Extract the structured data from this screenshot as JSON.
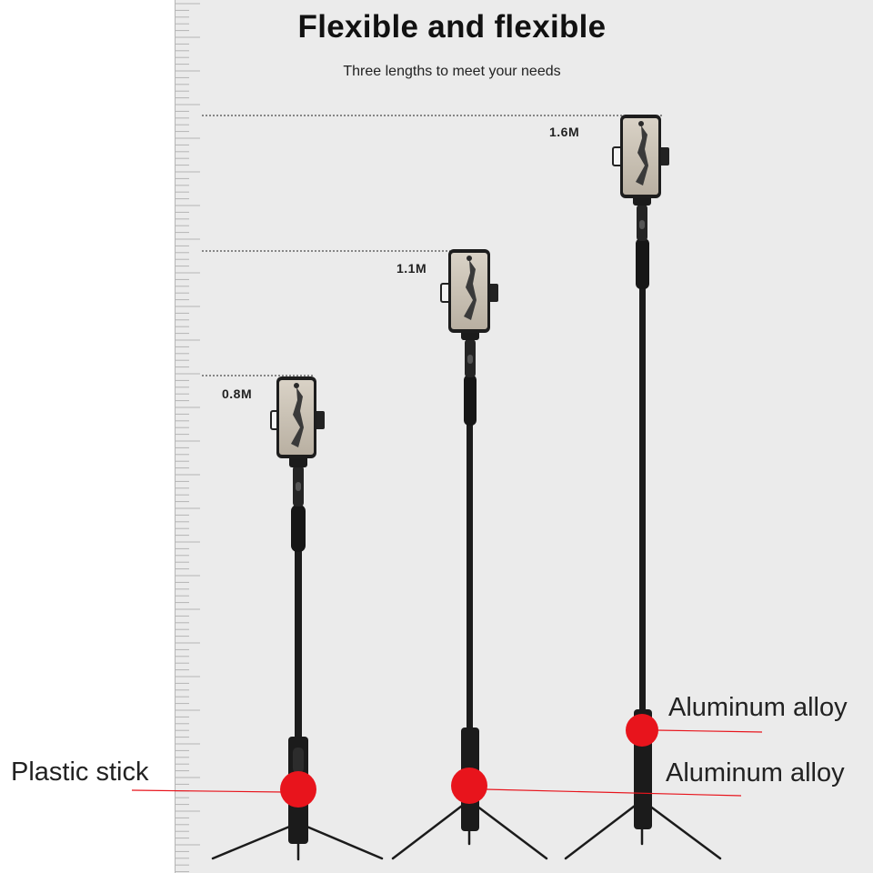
{
  "heading": {
    "title": "Flexible and flexible",
    "subtitle": "Three lengths to meet your needs"
  },
  "heights": [
    {
      "label": "0.8M"
    },
    {
      "label": "1.1M"
    },
    {
      "label": "1.6M"
    }
  ],
  "materials": {
    "left": "Plastic stick",
    "right_upper": "Aluminum alloy",
    "right_lower": "Aluminum alloy"
  },
  "colors": {
    "marker": "#e8141c",
    "stick": "#1b1b1b",
    "panel": "#ebebeb",
    "ruler": "#b5b5b5"
  }
}
